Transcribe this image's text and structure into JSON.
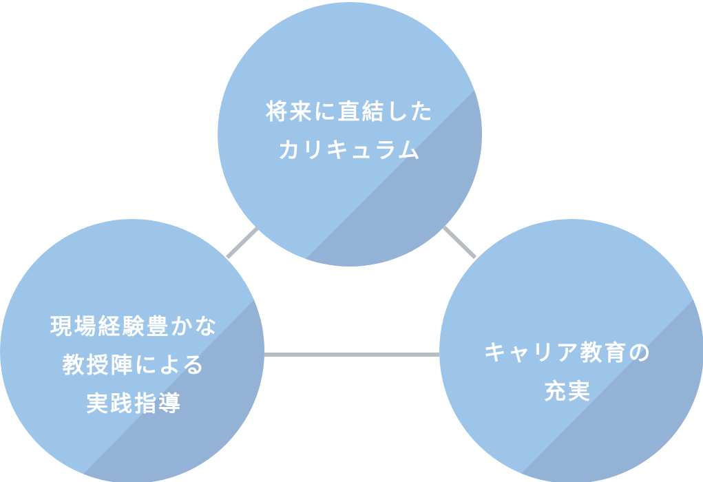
{
  "diagram": {
    "colors": {
      "circle_light": "#9dc5ea",
      "circle_dark": "#94b2d6",
      "connector": "#b8bcc3",
      "text": "#ffffff"
    },
    "nodes": {
      "top": {
        "label": "将来に直結した\nカリキュラム"
      },
      "left": {
        "label": "現場経験豊かな\n教授陣による\n実践指導"
      },
      "right": {
        "label": "キャリア教育の\n充実"
      }
    }
  }
}
